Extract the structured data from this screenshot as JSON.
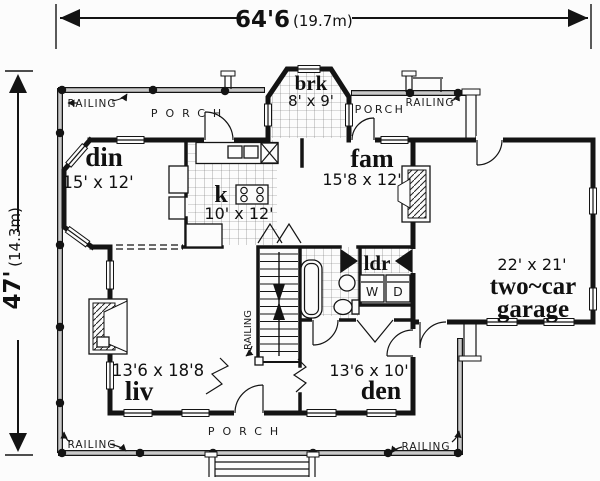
{
  "plan": {
    "width_dim_ft": "64'6",
    "width_dim_m": "(19.7m)",
    "height_dim_ft": "47'",
    "height_dim_m": "(14.3m)"
  },
  "rooms": {
    "brk": {
      "name": "brk",
      "size": "8' x 9'"
    },
    "din": {
      "name": "din",
      "size": "15' x 12'"
    },
    "kitchen": {
      "name": "k",
      "size": "10' x 12'"
    },
    "fam": {
      "name": "fam",
      "size": "15'8 x 12'"
    },
    "ldr": {
      "name": "ldr"
    },
    "garage": {
      "size": "22' x 21'",
      "name_line1": "two~car",
      "name_line2": "garage"
    },
    "liv": {
      "name": "liv",
      "size": "13'6 x 18'8"
    },
    "den": {
      "name": "den",
      "size": "13'6 x 10'"
    }
  },
  "labels": {
    "porch": "PORCH",
    "railing": "RAILING",
    "washer": "W",
    "dryer": "D"
  },
  "colors": {
    "ink": "#141414",
    "paper": "#fcfcfc",
    "railing_gray": "#c9c9c9"
  }
}
